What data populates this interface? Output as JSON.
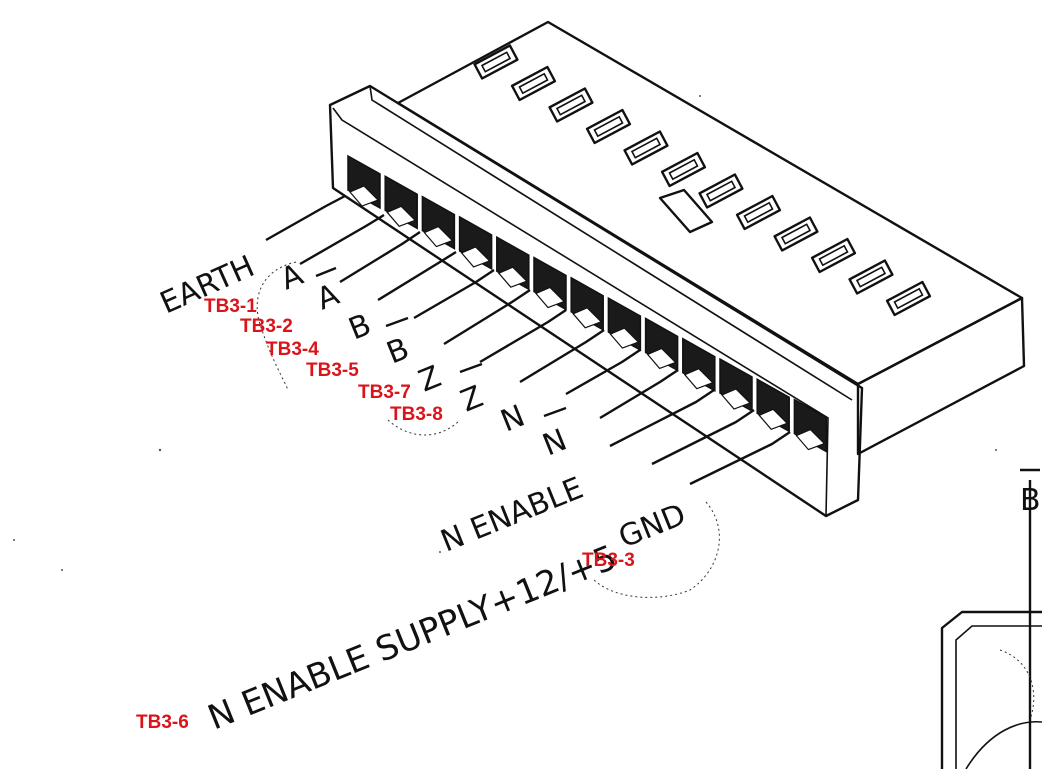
{
  "wire_labels": {
    "earth": "EARTH",
    "a": "A",
    "a_bar": "A",
    "b": "B",
    "b_bar": "B",
    "z": "Z",
    "z_bar": "Z",
    "n": "N",
    "n_bar": "N",
    "n_enable": "N ENABLE",
    "supply": "N ENABLE SUPPLY+12/+5",
    "gnd": "GND",
    "b_edge": "B"
  },
  "terminal_tags": {
    "tb3_1": "TB3-1",
    "tb3_2": "TB3-2",
    "tb3_4": "TB3-4",
    "tb3_5": "TB3-5",
    "tb3_7": "TB3-7",
    "tb3_8": "TB3-8",
    "tb3_3": "TB3-3",
    "tb3_6": "TB3-6"
  },
  "colors": {
    "ink": "#111111",
    "annotation": "#d9141b"
  }
}
